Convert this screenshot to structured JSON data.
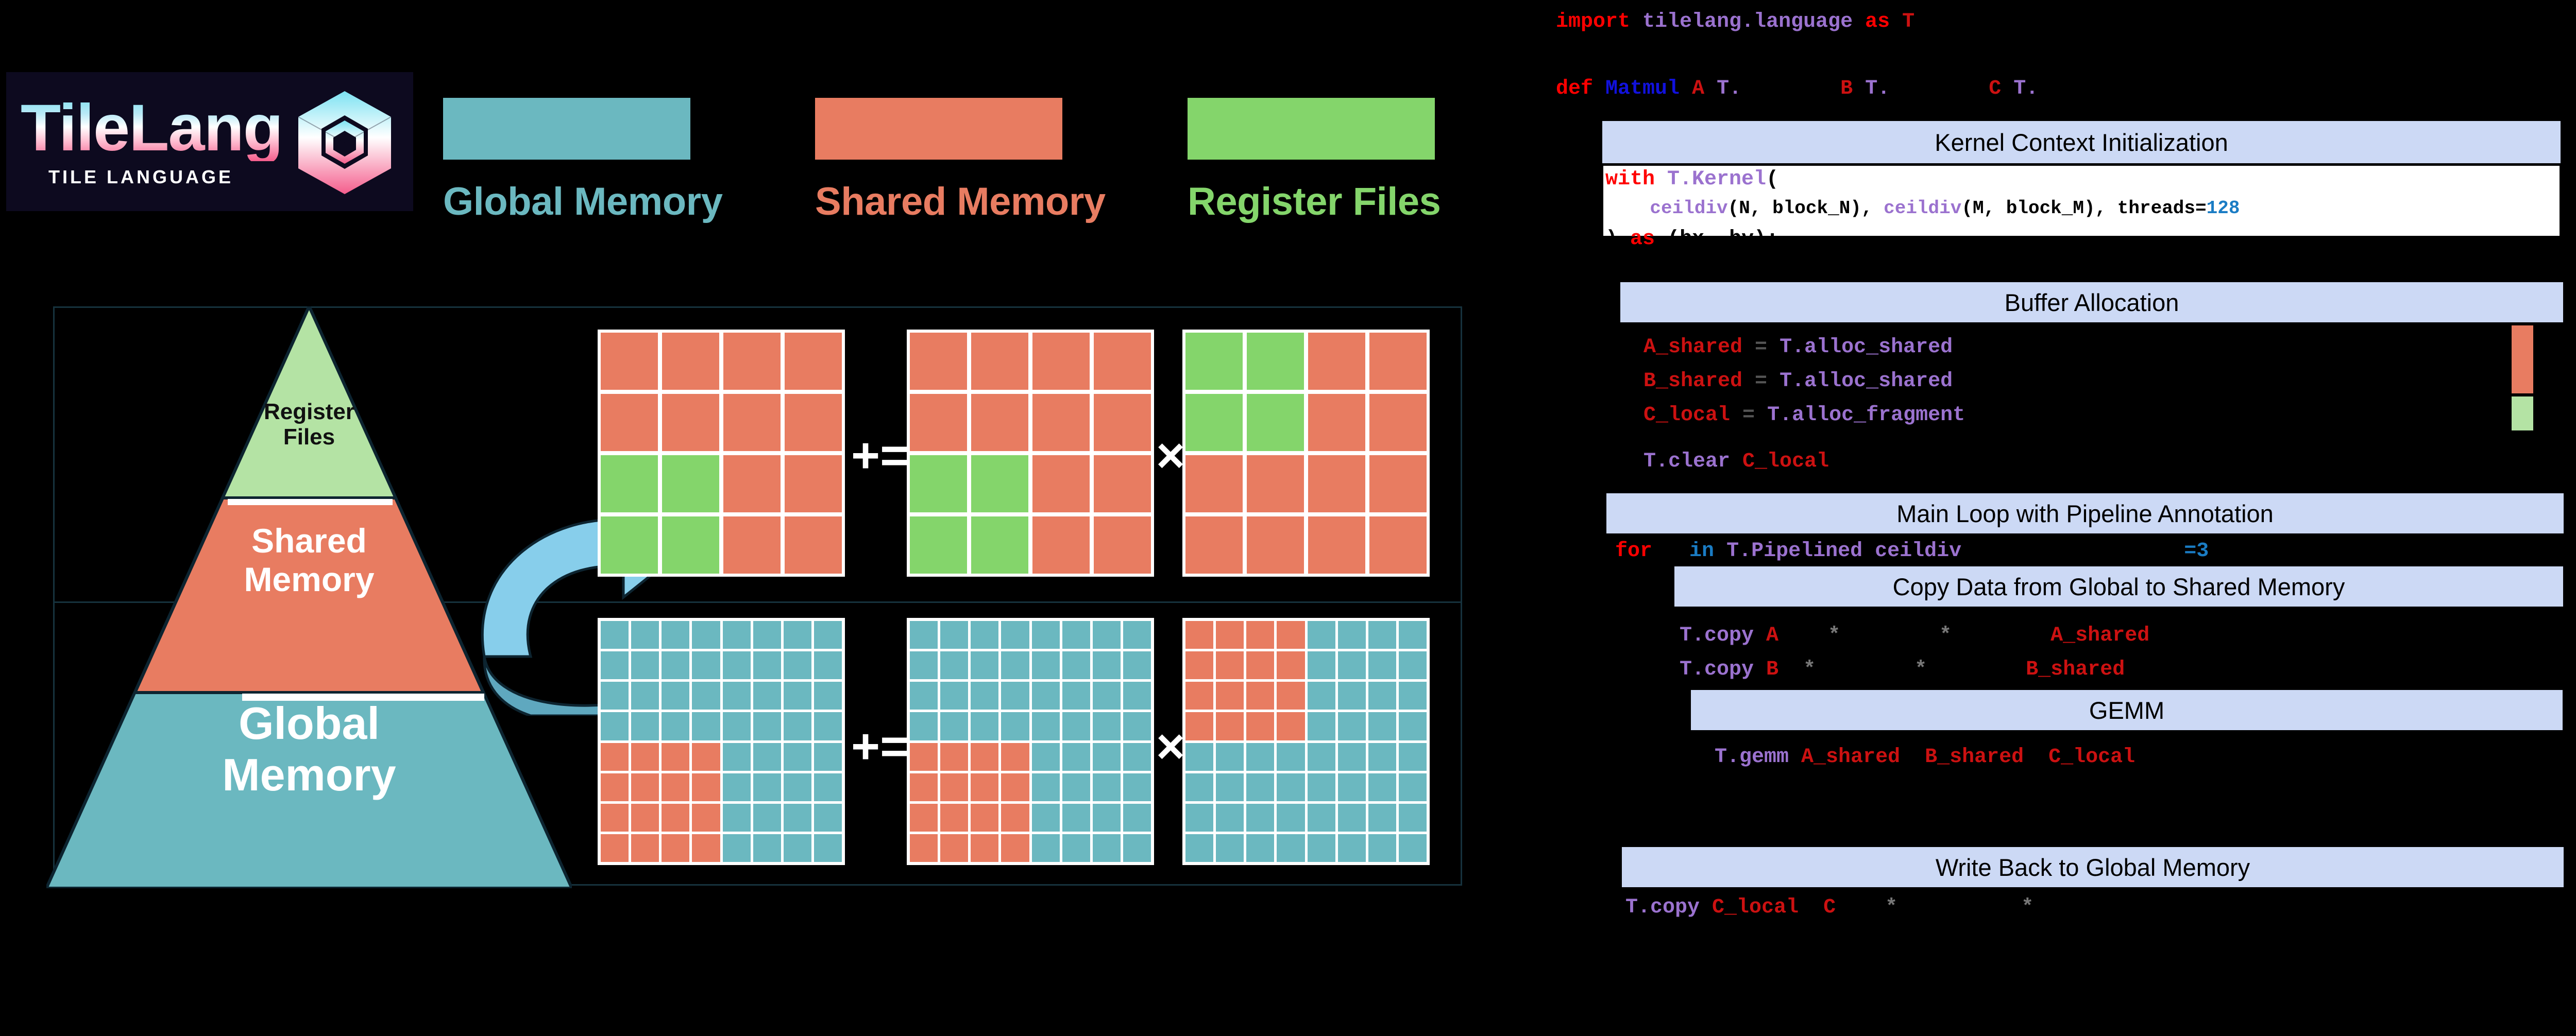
{
  "logo": {
    "wordmark": "TileLang",
    "subtitle": "TILE LANGUAGE",
    "cube_icon": "hexagon-cube-icon"
  },
  "legend": {
    "items": [
      {
        "label": "Global Memory",
        "color": "#6BB8C0"
      },
      {
        "label": "Shared Memory",
        "color": "#E87C61"
      },
      {
        "label": "Register Files",
        "color": "#84D56B"
      }
    ]
  },
  "pyramid": {
    "levels": [
      {
        "label": "Register\nFiles",
        "label_line1": "Register",
        "label_line2": "Files",
        "color": "#B4E3A4"
      },
      {
        "label": "Shared\nMemory",
        "label_line1": "Shared",
        "label_line2": "Memory",
        "color": "#E87C61"
      },
      {
        "label": "Global\nMemory",
        "label_line1": "Global",
        "label_line2": "Memory",
        "color": "#6BB8C0"
      }
    ]
  },
  "diagram": {
    "arrow_icon": "curved-arrow-icon",
    "operators": {
      "accumulate": "+=",
      "multiply": "×"
    },
    "rows": [
      {
        "name": "register-level",
        "grid_size": 4,
        "colors": {
          "base": "#E87C61",
          "highlight": "#84D56B"
        },
        "matrices": [
          {
            "name": "C-accumulator",
            "rows": 4,
            "cols": 4,
            "cells": [
              [
                "base",
                "base",
                "base",
                "base"
              ],
              [
                "base",
                "base",
                "base",
                "base"
              ],
              [
                "highlight",
                "highlight",
                "base",
                "base"
              ],
              [
                "highlight",
                "highlight",
                "base",
                "base"
              ]
            ]
          },
          {
            "name": "A-operand",
            "rows": 4,
            "cols": 4,
            "cells": [
              [
                "base",
                "base",
                "base",
                "base"
              ],
              [
                "base",
                "base",
                "base",
                "base"
              ],
              [
                "highlight",
                "highlight",
                "base",
                "base"
              ],
              [
                "highlight",
                "highlight",
                "base",
                "base"
              ]
            ]
          },
          {
            "name": "B-operand",
            "rows": 4,
            "cols": 4,
            "cells": [
              [
                "highlight",
                "highlight",
                "base",
                "base"
              ],
              [
                "highlight",
                "highlight",
                "base",
                "base"
              ],
              [
                "base",
                "base",
                "base",
                "base"
              ],
              [
                "base",
                "base",
                "base",
                "base"
              ]
            ]
          }
        ]
      },
      {
        "name": "global-level",
        "grid_size": 8,
        "colors": {
          "base": "#6BB8C0",
          "highlight": "#E87C61"
        },
        "matrices": [
          {
            "name": "C-global",
            "rows": 8,
            "cols": 8,
            "cells": [
              [
                "base",
                "base",
                "base",
                "base",
                "base",
                "base",
                "base",
                "base"
              ],
              [
                "base",
                "base",
                "base",
                "base",
                "base",
                "base",
                "base",
                "base"
              ],
              [
                "base",
                "base",
                "base",
                "base",
                "base",
                "base",
                "base",
                "base"
              ],
              [
                "base",
                "base",
                "base",
                "base",
                "base",
                "base",
                "base",
                "base"
              ],
              [
                "highlight",
                "highlight",
                "highlight",
                "highlight",
                "base",
                "base",
                "base",
                "base"
              ],
              [
                "highlight",
                "highlight",
                "highlight",
                "highlight",
                "base",
                "base",
                "base",
                "base"
              ],
              [
                "highlight",
                "highlight",
                "highlight",
                "highlight",
                "base",
                "base",
                "base",
                "base"
              ],
              [
                "highlight",
                "highlight",
                "highlight",
                "highlight",
                "base",
                "base",
                "base",
                "base"
              ]
            ]
          },
          {
            "name": "A-global",
            "rows": 8,
            "cols": 8,
            "cells": [
              [
                "base",
                "base",
                "base",
                "base",
                "base",
                "base",
                "base",
                "base"
              ],
              [
                "base",
                "base",
                "base",
                "base",
                "base",
                "base",
                "base",
                "base"
              ],
              [
                "base",
                "base",
                "base",
                "base",
                "base",
                "base",
                "base",
                "base"
              ],
              [
                "base",
                "base",
                "base",
                "base",
                "base",
                "base",
                "base",
                "base"
              ],
              [
                "highlight",
                "highlight",
                "highlight",
                "highlight",
                "base",
                "base",
                "base",
                "base"
              ],
              [
                "highlight",
                "highlight",
                "highlight",
                "highlight",
                "base",
                "base",
                "base",
                "base"
              ],
              [
                "highlight",
                "highlight",
                "highlight",
                "highlight",
                "base",
                "base",
                "base",
                "base"
              ],
              [
                "highlight",
                "highlight",
                "highlight",
                "highlight",
                "base",
                "base",
                "base",
                "base"
              ]
            ]
          },
          {
            "name": "B-global",
            "rows": 8,
            "cols": 8,
            "cells": [
              [
                "highlight",
                "highlight",
                "highlight",
                "highlight",
                "base",
                "base",
                "base",
                "base"
              ],
              [
                "highlight",
                "highlight",
                "highlight",
                "highlight",
                "base",
                "base",
                "base",
                "base"
              ],
              [
                "highlight",
                "highlight",
                "highlight",
                "highlight",
                "base",
                "base",
                "base",
                "base"
              ],
              [
                "highlight",
                "highlight",
                "highlight",
                "highlight",
                "base",
                "base",
                "base",
                "base"
              ],
              [
                "base",
                "base",
                "base",
                "base",
                "base",
                "base",
                "base",
                "base"
              ],
              [
                "base",
                "base",
                "base",
                "base",
                "base",
                "base",
                "base",
                "base"
              ],
              [
                "base",
                "base",
                "base",
                "base",
                "base",
                "base",
                "base",
                "base"
              ],
              [
                "base",
                "base",
                "base",
                "base",
                "base",
                "base",
                "base",
                "base"
              ]
            ]
          }
        ]
      }
    ]
  },
  "code": {
    "import_line": "import tilelang.language as T",
    "def_line": "def Matmul A T.        B T.        C T.",
    "sections": [
      {
        "id": "kernel-context-initialization",
        "title": "Kernel Context Initialization",
        "lines": [
          "with T.Kernel(",
          "    ceildiv(N, block_N), ceildiv(M, block_M), threads=128",
          ") as (bx, by):"
        ]
      },
      {
        "id": "buffer-allocation",
        "title": "Buffer Allocation",
        "lines": [
          "A_shared = T.alloc_shared",
          "B_shared = T.alloc_shared",
          "C_local = T.alloc_fragment",
          "T.clear C_local"
        ],
        "swatches": [
          {
            "name": "shared-memory-swatch",
            "color": "#E87C61"
          },
          {
            "name": "register-files-swatch",
            "color": "#B4E3A4"
          }
        ]
      },
      {
        "id": "main-loop-with-pipeline-annotation",
        "title": "Main Loop with Pipeline Annotation",
        "lines": [
          "for   in T.Pipelined ceildiv                   =3"
        ]
      },
      {
        "id": "copy-data-from-global-to-shared-memory",
        "title": "Copy Data from Global to Shared Memory",
        "lines": [
          "T.copy A     *         *          A_shared",
          "T.copy B   *         *          B_shared"
        ]
      },
      {
        "id": "gemm",
        "title": "GEMM",
        "lines": [
          "T.gemm A_shared  B_shared  C_local"
        ]
      },
      {
        "id": "write-back-to-global-memory",
        "title": "Write Back to Global Memory",
        "lines": [
          "T.copy C_local  C     *            *"
        ]
      }
    ]
  },
  "colors": {
    "global_memory": "#6BB8C0",
    "shared_memory": "#E87C61",
    "register_files": "#84D56B",
    "register_light": "#B4E3A4",
    "section_header_bg": "#CCD9F5",
    "arrow": "#87CEEB",
    "background": "#000000"
  }
}
